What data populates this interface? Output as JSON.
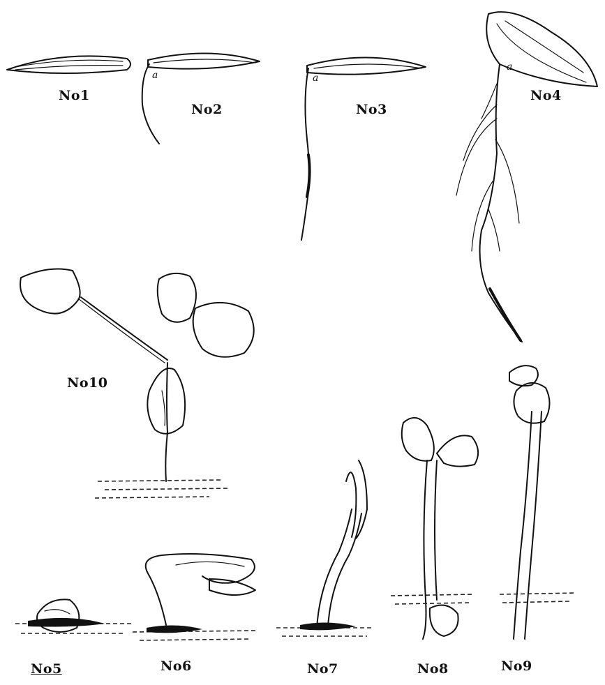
{
  "labels": {
    "no1": "No1",
    "no2": "No2",
    "no3": "No3",
    "no4": "No4",
    "no5": "No5",
    "no6": "No6",
    "no7": "No7",
    "no8": "No8",
    "no9": "No9",
    "no10": "No10"
  },
  "annotations": {
    "a2": "a",
    "a3": "a",
    "a4": "a"
  }
}
